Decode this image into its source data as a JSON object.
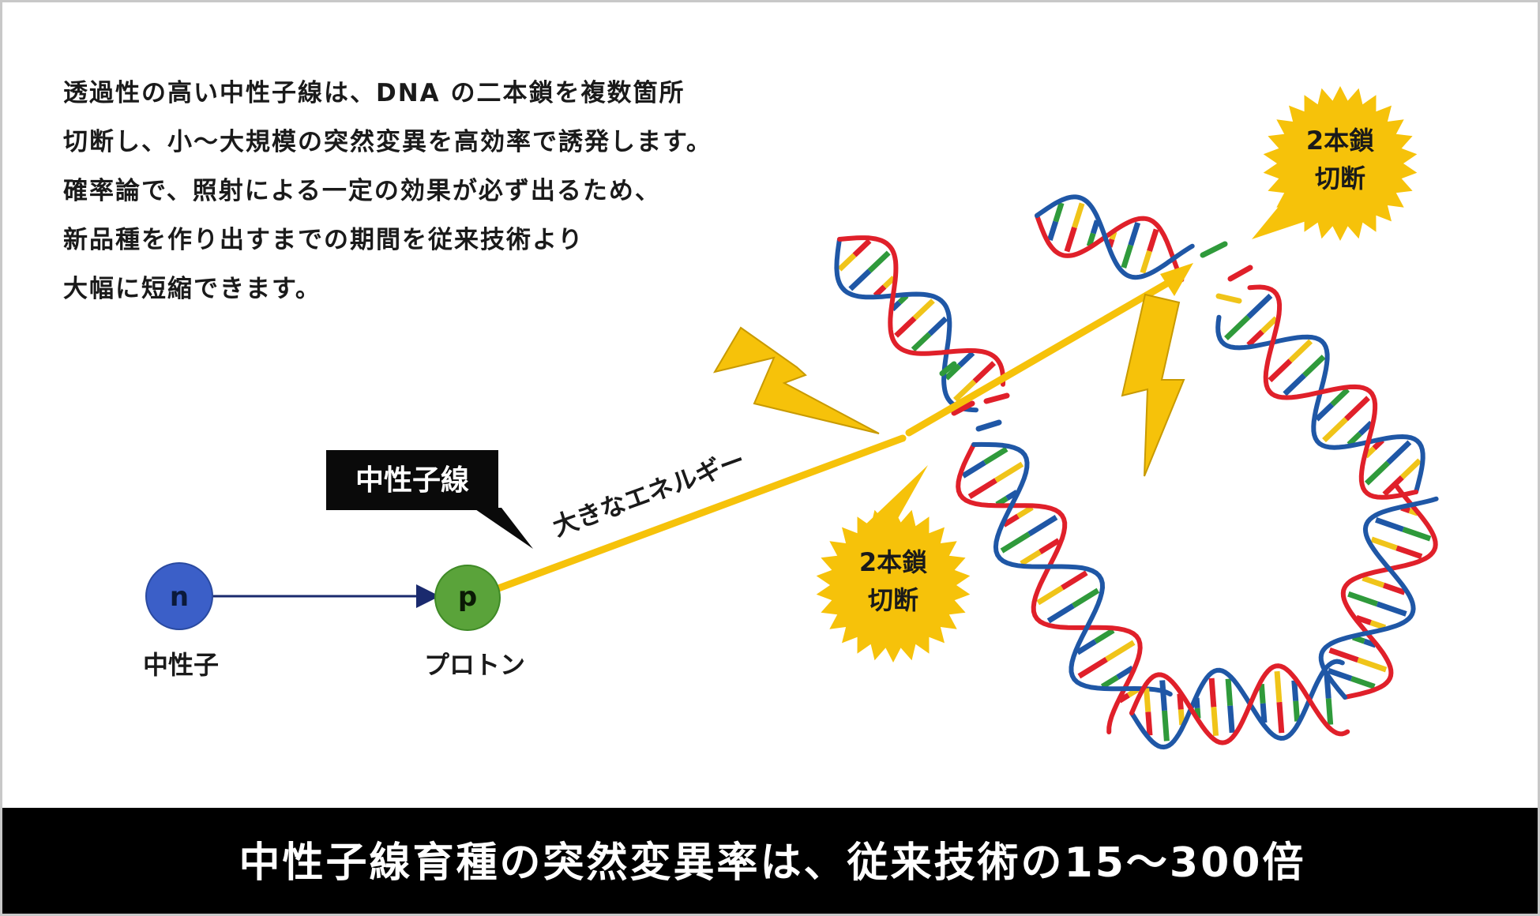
{
  "description_lines": [
    "透過性の高い中性子線は、DNA の二本鎖を複数箇所",
    "切断し、小〜大規模の突然変異を高効率で誘発します。",
    "確率論で、照射による一定の効果が必ず出るため、",
    "新品種を作り出すまでの期間を従来技術より",
    "大幅に短縮できます。"
  ],
  "callout_label": "中性子線",
  "beam_label": "大きなエネルギー",
  "neutron": {
    "symbol": "n",
    "label": "中性子",
    "color": "#3b5fc8"
  },
  "proton": {
    "symbol": "p",
    "label": "プロトン",
    "color": "#5aa33a"
  },
  "break_bursts": [
    {
      "line1": "2本鎖",
      "line2": "切断"
    },
    {
      "line1": "2本鎖",
      "line2": "切断"
    }
  ],
  "footer_text": "中性子線育種の突然変異率は、従来技術の15〜300倍",
  "colors": {
    "beam": "#f6c20a",
    "burst": "#f6c20a",
    "dna_red": "#e0202a",
    "dna_blue": "#1f57a6"
  }
}
